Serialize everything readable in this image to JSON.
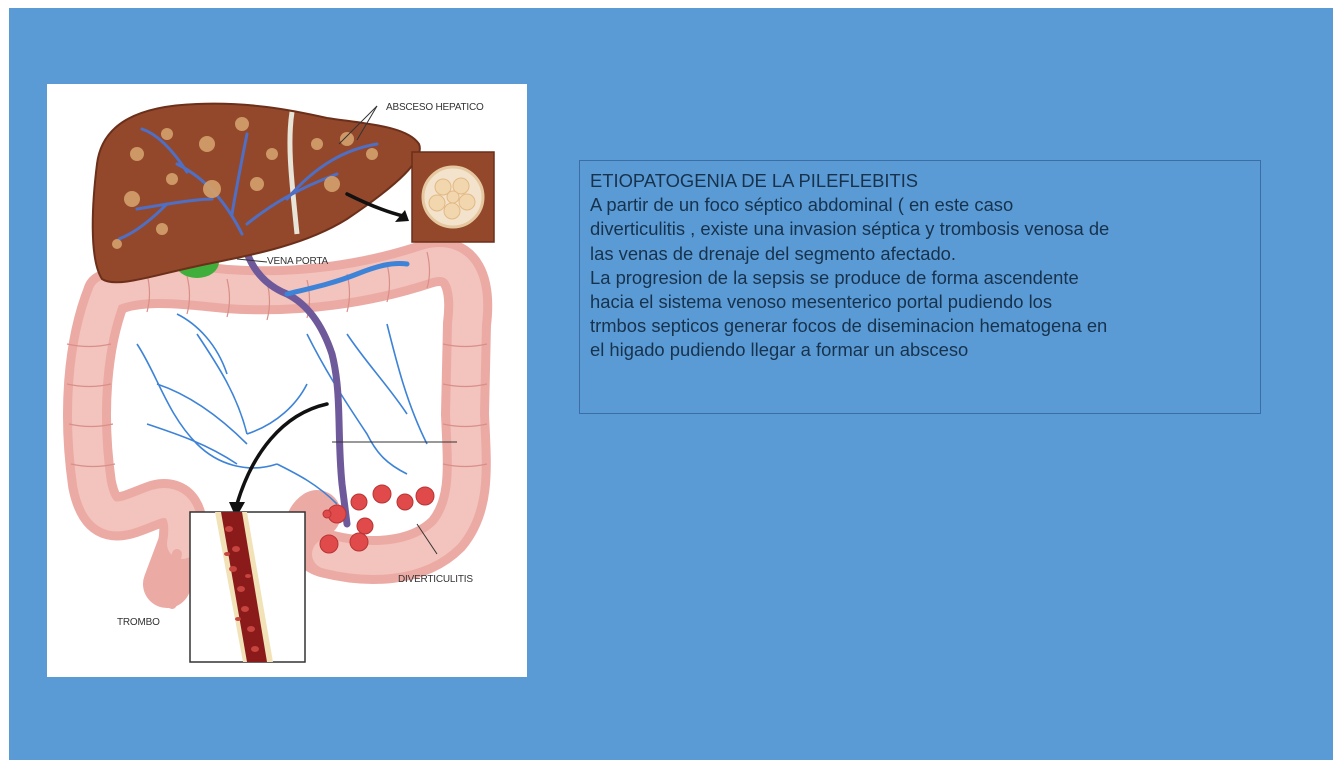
{
  "colors": {
    "slide_background": "#5b9bd5",
    "text": "#17324d",
    "box_border": "#3a6ea5"
  },
  "figure": {
    "labels": {
      "absceso": "ABSCESO HEPATICO",
      "vena": "VENA PORTA",
      "diverticulitis": "DIVERTICULITIS",
      "trombo": "TROMBO"
    }
  },
  "textbox": {
    "lines": [
      "ETIOPATOGENIA DE LA PILEFLEBITIS",
      "A partir de un foco séptico abdominal ( en este caso",
      "diverticulitis , existe una invasion séptica y trombosis venosa de",
      "las venas de drenaje del segmento afectado.",
      "La progresion de la sepsis se produce de forma ascendente",
      "hacia el sistema venoso mesenterico portal pudiendo los",
      "trmbos septicos generar focos de diseminacion hematogena en",
      "el higado pudiendo llegar a formar un absceso"
    ]
  }
}
